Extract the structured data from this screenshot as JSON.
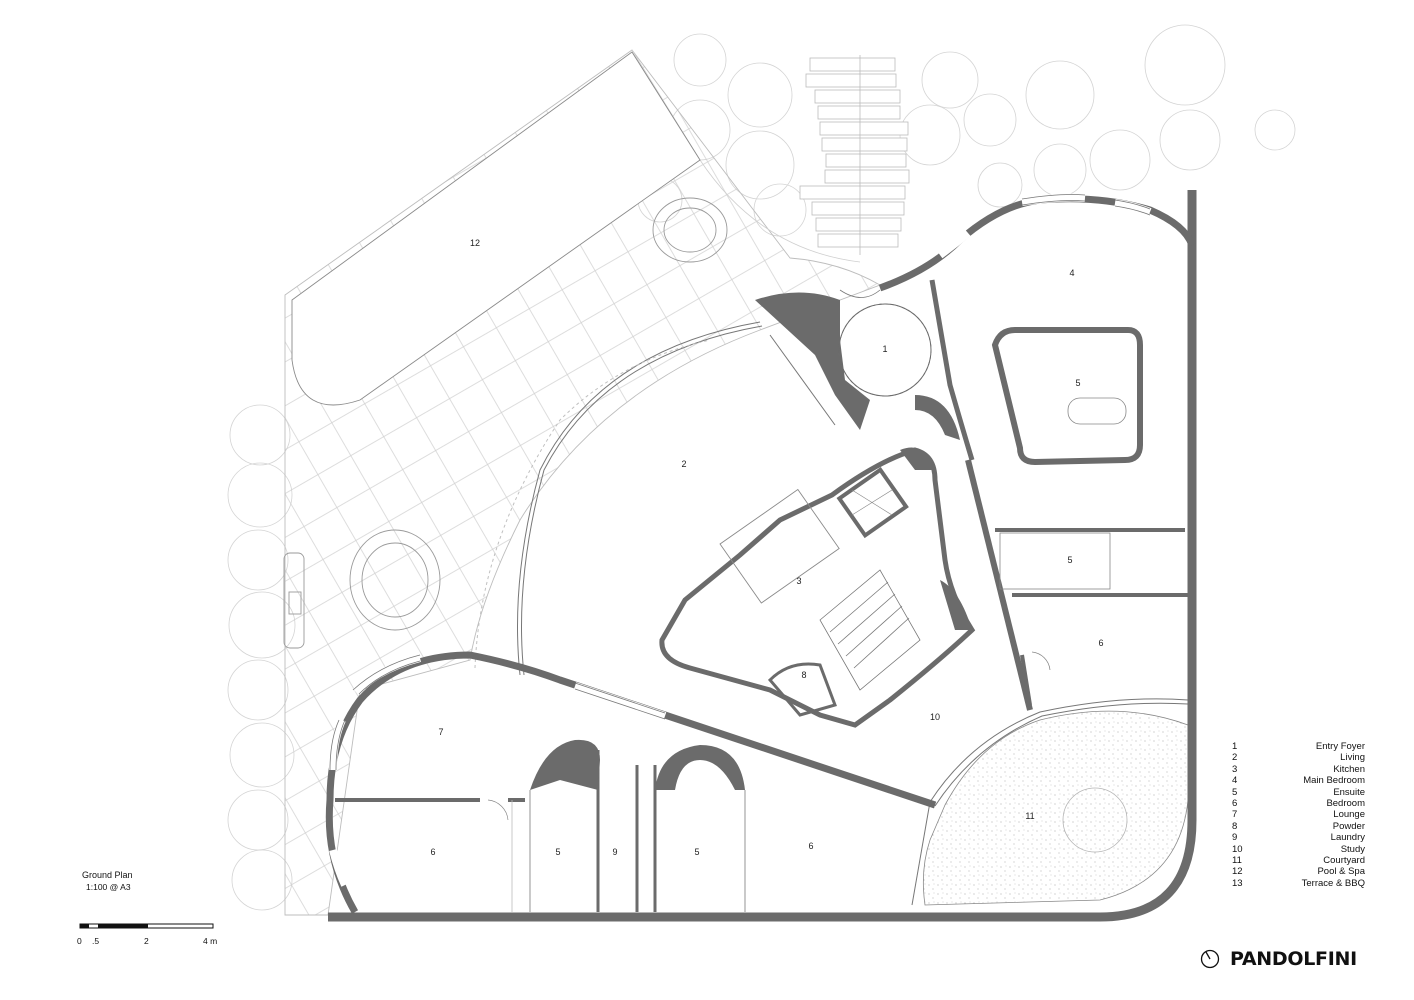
{
  "plan": {
    "title": "Ground Plan",
    "scale": "1:100 @ A3"
  },
  "scale_bar": {
    "labels": [
      "0",
      ".5",
      "2",
      "4 m"
    ]
  },
  "legend": [
    {
      "num": "1",
      "name": "Entry Foyer"
    },
    {
      "num": "2",
      "name": "Living"
    },
    {
      "num": "3",
      "name": "Kitchen"
    },
    {
      "num": "4",
      "name": "Main Bedroom"
    },
    {
      "num": "5",
      "name": "Ensuite"
    },
    {
      "num": "6",
      "name": "Bedroom"
    },
    {
      "num": "7",
      "name": "Lounge"
    },
    {
      "num": "8",
      "name": "Powder"
    },
    {
      "num": "9",
      "name": "Laundry"
    },
    {
      "num": "10",
      "name": "Study"
    },
    {
      "num": "11",
      "name": "Courtyard"
    },
    {
      "num": "12",
      "name": "Pool & Spa"
    },
    {
      "num": "13",
      "name": "Terrace & BBQ"
    }
  ],
  "room_labels": {
    "pool": "12",
    "foyer": "1",
    "living": "2",
    "kitchen": "3",
    "main_bedroom": "4",
    "ensuite_main": "5",
    "ensuite_east": "5",
    "bedroom_east": "6",
    "lounge": "7",
    "powder": "8",
    "study": "10",
    "courtyard": "11",
    "bedroom_south_west": "6",
    "ensuite_south_a": "5",
    "laundry": "9",
    "ensuite_south_b": "5",
    "bedroom_south_east": "6"
  },
  "brand": {
    "name": "PANDOLFINI",
    "icon": "clock-circle-icon"
  },
  "colors": {
    "wall": "#6b6b6b",
    "line": "#555555",
    "faint": "#cfcfcf",
    "background": "#ffffff"
  }
}
